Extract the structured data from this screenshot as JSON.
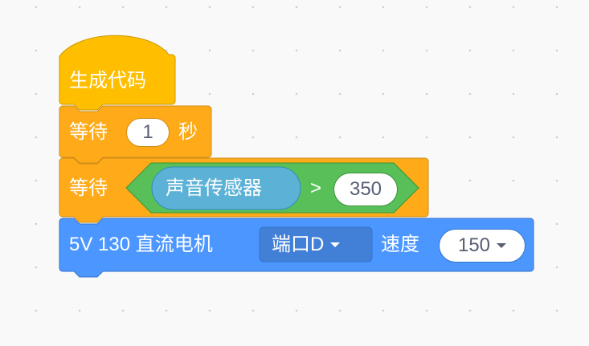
{
  "colors": {
    "hat": "#FFBF00",
    "control": "#FFAB19",
    "operator": "#59C059",
    "sensing": "#5CB1D6",
    "motor": "#4C97FF"
  },
  "blocks": {
    "hat": {
      "label": "生成代码"
    },
    "wait": {
      "label": "等待",
      "value": "1",
      "unit": "秒"
    },
    "wait_until": {
      "label": "等待",
      "condition": {
        "reporter": "声音传感器",
        "operator": ">",
        "value": "350"
      }
    },
    "motor": {
      "label": "5V 130 直流电机",
      "port": "端口D",
      "speed_label": "速度",
      "speed": "150"
    }
  }
}
